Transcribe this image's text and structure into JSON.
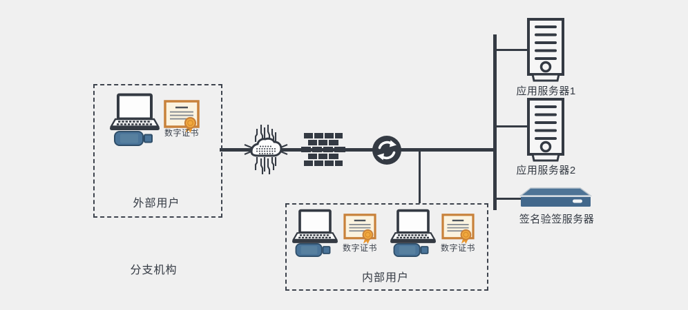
{
  "diagram_title": "",
  "zones": {
    "external": {
      "label": "外部用户",
      "cert_label": "数字证书"
    },
    "internal": {
      "label": "内部用户",
      "certs": [
        {
          "label": "数字证书"
        },
        {
          "label": "数字证书"
        }
      ]
    },
    "branch": {
      "label": "分支机构"
    }
  },
  "servers": {
    "app1_label": "应用服务器1",
    "app2_label": "应用服务器2",
    "signature_label": "签名验签服务器"
  },
  "icons": {
    "network": "network-hub-icon",
    "firewall": "firewall-brick-icon",
    "gateway": "sync-gateway-icon",
    "laptop": "laptop-icon",
    "usb_token": "usb-token-icon",
    "certificate": "certificate-icon",
    "tower_server": "tower-server-icon",
    "rack_appliance": "rack-appliance-icon"
  },
  "colors": {
    "background": "#f0f0f0",
    "line": "#343a43",
    "text": "#343a43",
    "cert_border": "#c8813a",
    "cert_fill": "#fbf3e0",
    "seal_orange": "#f2a93f",
    "usb_blue": "#4a7499",
    "appliance_front": "#42688c",
    "appliance_top": "#4e7496"
  }
}
